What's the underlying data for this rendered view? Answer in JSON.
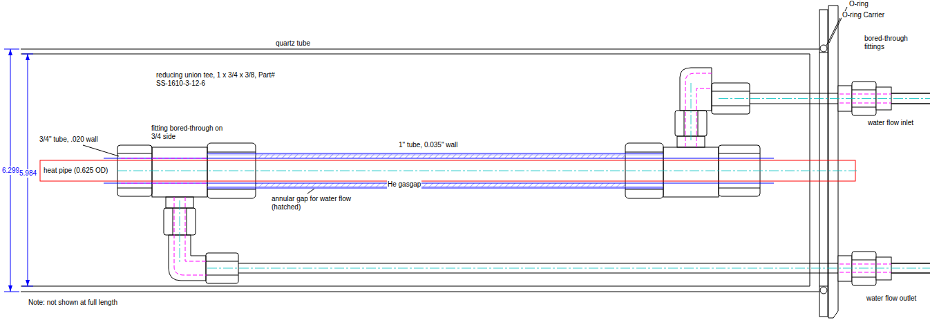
{
  "diagram": {
    "labels": [
      "O-ring",
      "O-ring Carrier",
      "quartz tube",
      "bored-through fittings",
      "reducing union tee, 1 x 3/4 x 3/8, Part# SS-1610-3-12-6",
      "3/4\" tube, .020 wall",
      "fitting bored-through on 3/4 side",
      "1\" tube, 0.035\" wall",
      "heat pipe (0.625 OD)",
      "6.299",
      "5.984",
      "annular gap for water flow (hatched)",
      "He gasgap",
      "water flow inlet",
      "water flow outlet",
      "Note: not shown at full length"
    ]
  }
}
